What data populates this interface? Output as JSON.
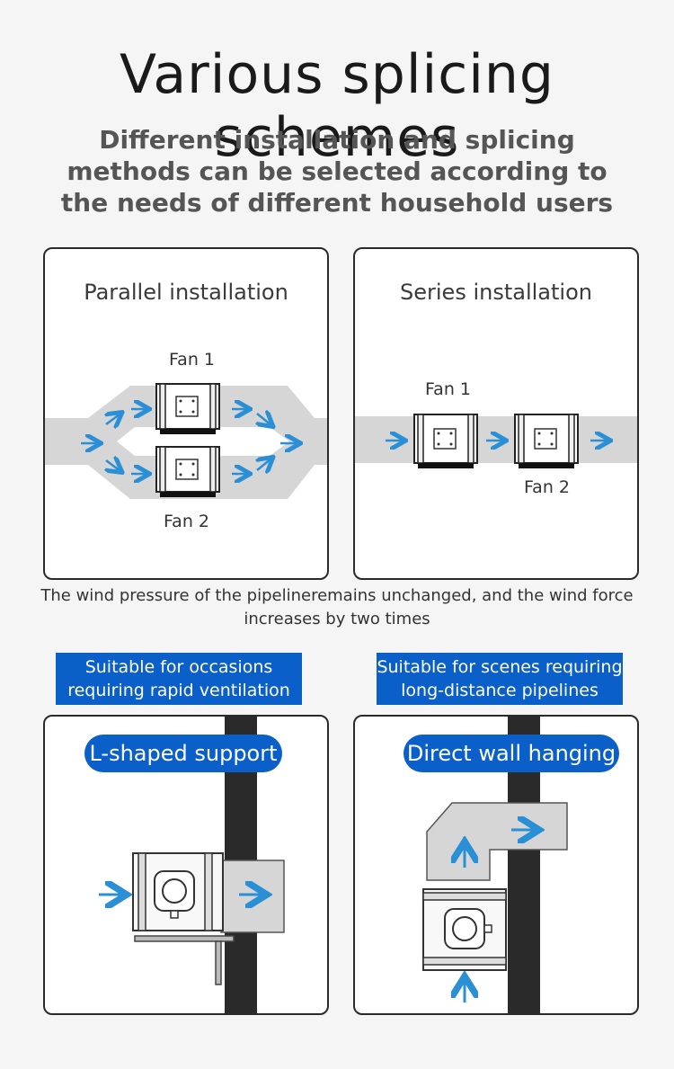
{
  "header": {
    "title": "Various splicing schemes",
    "subtitle": "Different installation and splicing methods can be selected according to the needs of different household users"
  },
  "parallel": {
    "title": "Parallel installation",
    "fan1": "Fan 1",
    "fan2": "Fan 2"
  },
  "series": {
    "title": "Series installation",
    "fan1": "Fan 1",
    "fan2": "Fan 2"
  },
  "note": "The wind pressure of the pipelineremains unchanged, and the wind force increases by two times",
  "tags": {
    "left": "Suitable for occasions requiring rapid ventilation",
    "right": "Suitable for scenes requiring long-distance pipelines"
  },
  "supports": {
    "left": "L-shaped support",
    "right": "Direct wall hanging"
  },
  "colors": {
    "accent": "#0b5fc8",
    "arrow": "#2b8fd6",
    "duct": "#d6d6d6"
  }
}
